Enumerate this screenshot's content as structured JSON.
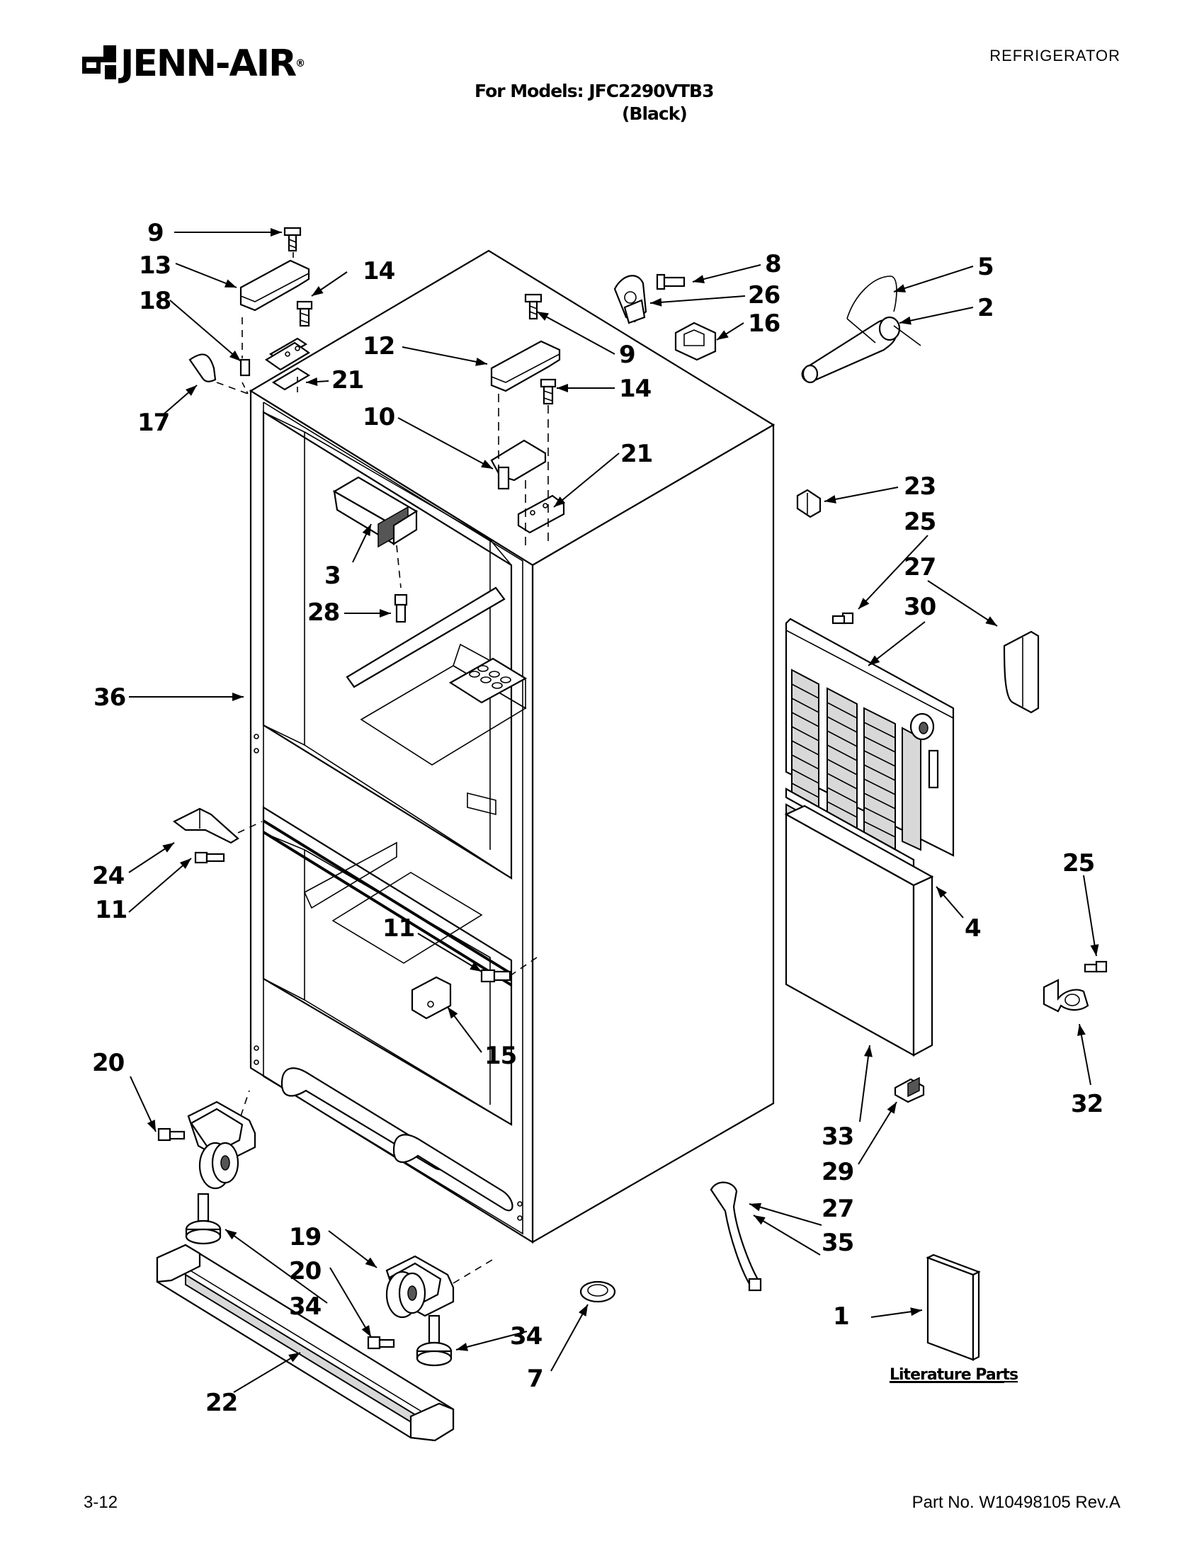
{
  "header": {
    "brand": "JENN-AIR",
    "brand_reg": "®",
    "doc_type": "REFRIGERATOR",
    "models_line": "For Models: JFC2290VTB3",
    "variant_line": "(Black)"
  },
  "footer": {
    "page_code": "3-12",
    "part_number": "Part No. W10498105 Rev.A"
  },
  "literature_label": "Literature Parts",
  "callouts": [
    {
      "id": "c9a",
      "text": "9"
    },
    {
      "id": "c13",
      "text": "13"
    },
    {
      "id": "c14a",
      "text": "14"
    },
    {
      "id": "c18",
      "text": "18"
    },
    {
      "id": "c17",
      "text": "17"
    },
    {
      "id": "c21a",
      "text": "21"
    },
    {
      "id": "c12",
      "text": "12"
    },
    {
      "id": "c10",
      "text": "10"
    },
    {
      "id": "c9b",
      "text": "9"
    },
    {
      "id": "c14b",
      "text": "14"
    },
    {
      "id": "c21b",
      "text": "21"
    },
    {
      "id": "c8",
      "text": "8"
    },
    {
      "id": "c26",
      "text": "26"
    },
    {
      "id": "c16",
      "text": "16"
    },
    {
      "id": "c5",
      "text": "5"
    },
    {
      "id": "c2",
      "text": "2"
    },
    {
      "id": "c3",
      "text": "3"
    },
    {
      "id": "c28",
      "text": "28"
    },
    {
      "id": "c36",
      "text": "36"
    },
    {
      "id": "c23",
      "text": "23"
    },
    {
      "id": "c25a",
      "text": "25"
    },
    {
      "id": "c27a",
      "text": "27"
    },
    {
      "id": "c30",
      "text": "30"
    },
    {
      "id": "c24",
      "text": "24"
    },
    {
      "id": "c11a",
      "text": "11"
    },
    {
      "id": "c11b",
      "text": "11"
    },
    {
      "id": "c15",
      "text": "15"
    },
    {
      "id": "c4",
      "text": "4"
    },
    {
      "id": "c25b",
      "text": "25"
    },
    {
      "id": "c32",
      "text": "32"
    },
    {
      "id": "c20a",
      "text": "20"
    },
    {
      "id": "c19",
      "text": "19"
    },
    {
      "id": "c20b",
      "text": "20"
    },
    {
      "id": "c34a",
      "text": "34"
    },
    {
      "id": "c22",
      "text": "22"
    },
    {
      "id": "c34b",
      "text": "34"
    },
    {
      "id": "c7",
      "text": "7"
    },
    {
      "id": "c33",
      "text": "33"
    },
    {
      "id": "c29",
      "text": "29"
    },
    {
      "id": "c27b",
      "text": "27"
    },
    {
      "id": "c35",
      "text": "35"
    },
    {
      "id": "c1",
      "text": "1"
    }
  ]
}
